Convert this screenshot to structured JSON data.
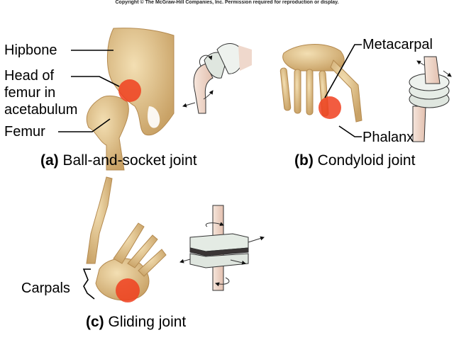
{
  "copyright": "Copyright © The McGraw-Hill Companies, Inc. Permission required for reproduction or display.",
  "panels": {
    "a": {
      "letter": "(a)",
      "title": "Ball-and-socket joint",
      "labels": [
        "Hipbone",
        "Head of",
        "femur in",
        "acetabulum",
        "Femur"
      ]
    },
    "b": {
      "letter": "(b)",
      "title": "Condyloid joint",
      "labels": [
        "Metacarpal",
        "Phalanx"
      ]
    },
    "c": {
      "letter": "(c)",
      "title": "Gliding joint",
      "labels": [
        "Carpals"
      ]
    }
  },
  "colors": {
    "bone": "#e2c48e",
    "bone_shadow": "#b89258",
    "highlight": "#f0401e",
    "model": "#dfe6df",
    "shaft": "#efd8cc"
  }
}
